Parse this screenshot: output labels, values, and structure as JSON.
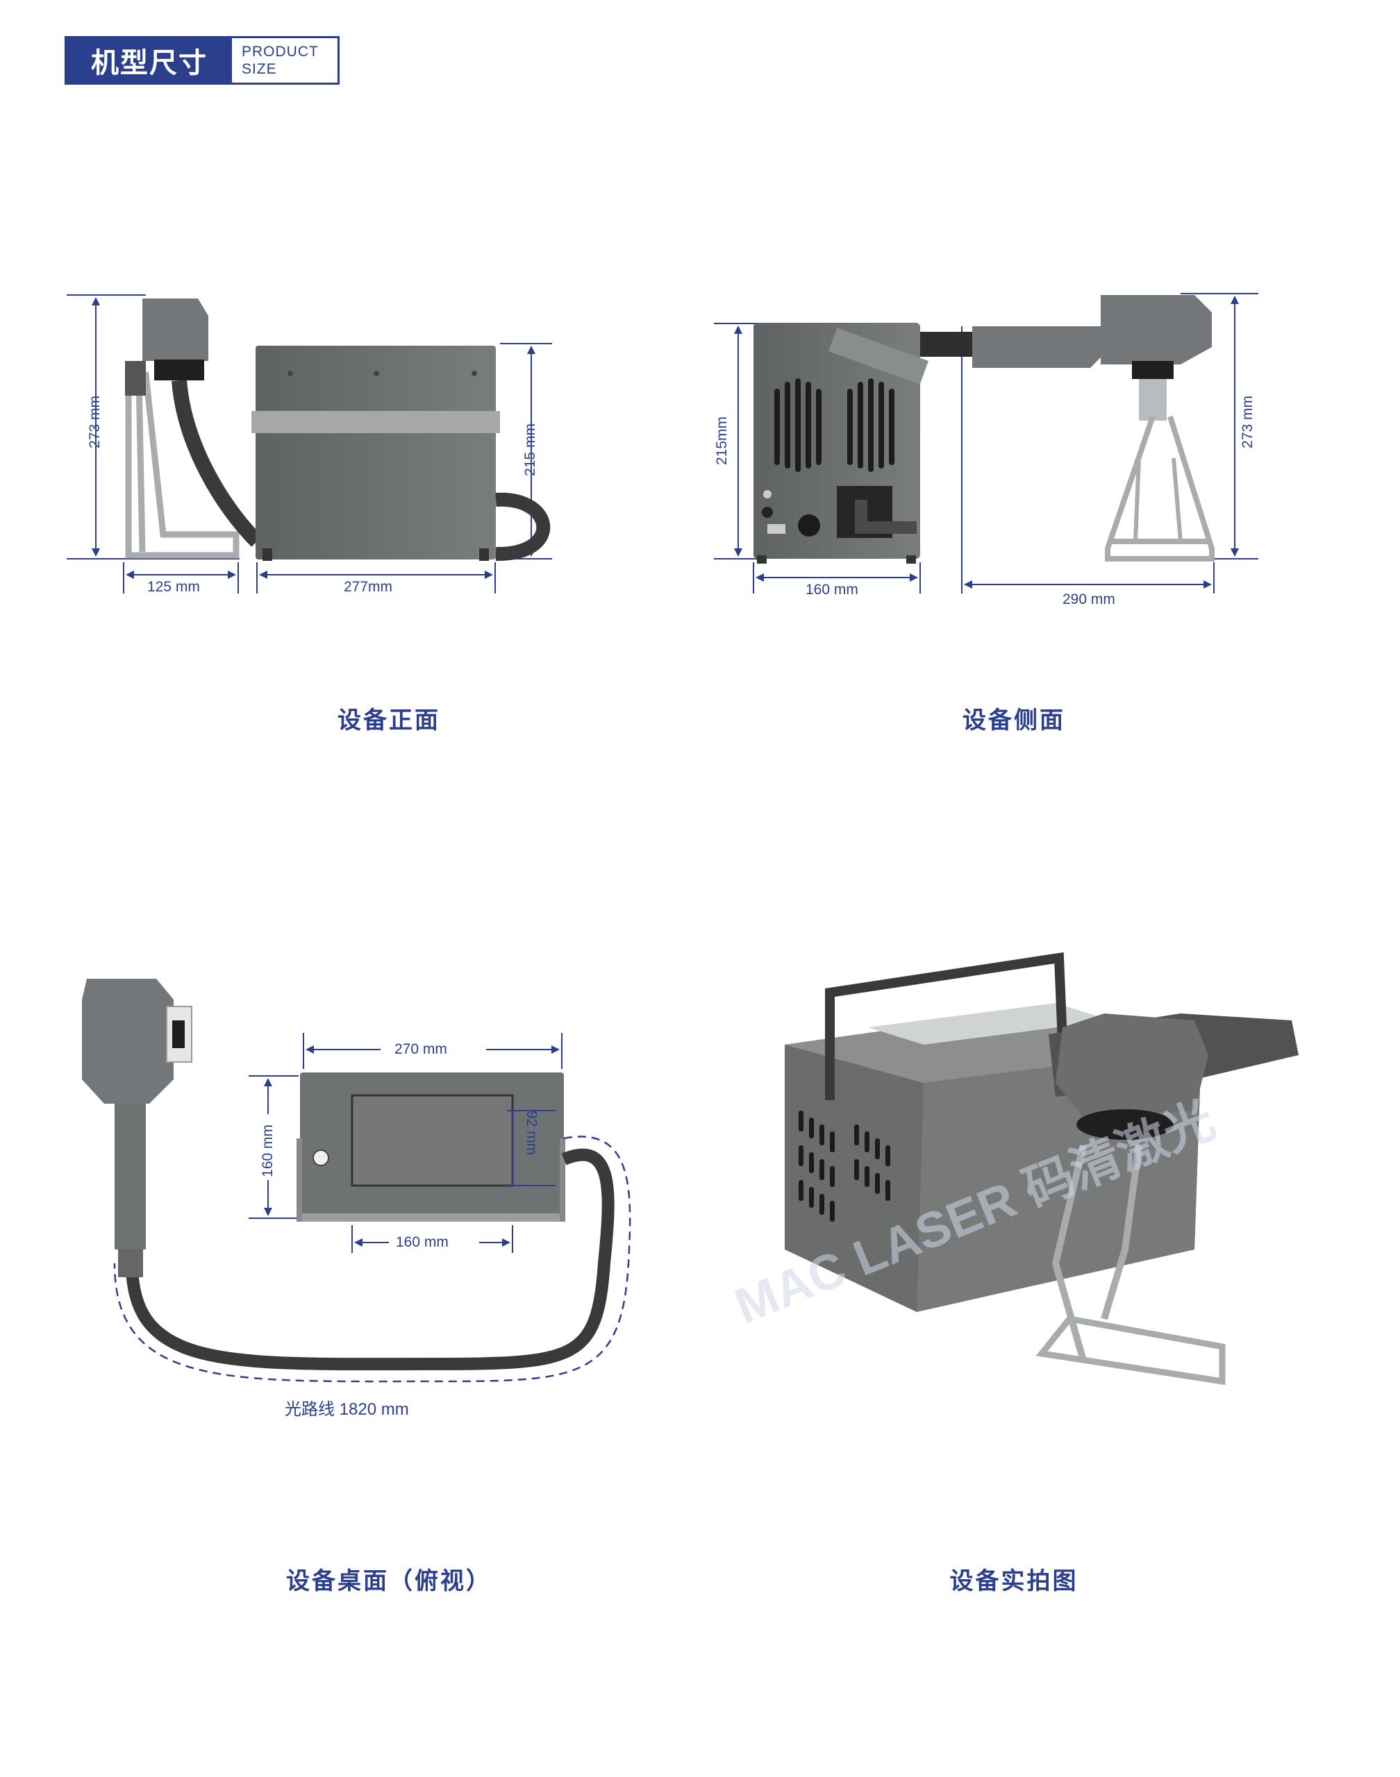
{
  "header": {
    "title_cn": "机型尺寸",
    "title_en_line1": "PRODUCT",
    "title_en_line2": "SIZE"
  },
  "front_view": {
    "caption": "设备正面",
    "height_left": "273 mm",
    "height_right": "215 mm",
    "width_stand": "125 mm",
    "width_box": "277mm"
  },
  "side_view": {
    "caption": "设备侧面",
    "height_left": "215mm",
    "height_right": "273 mm",
    "width_box": "160 mm",
    "width_arm": "290 mm"
  },
  "top_view": {
    "caption": "设备桌面（俯视）",
    "box_width": "270 mm",
    "box_depth": "160 mm",
    "screen_height": "92 mm",
    "screen_width": "160 mm",
    "cable_length": "光路线 1820 mm"
  },
  "photo_view": {
    "caption": "设备实拍图",
    "watermark": "MAC LASER 码清激光"
  },
  "colors": {
    "brand_blue": "#2b3f8c",
    "device_gray": "#6f7272",
    "frame_gray": "#a9acae"
  }
}
